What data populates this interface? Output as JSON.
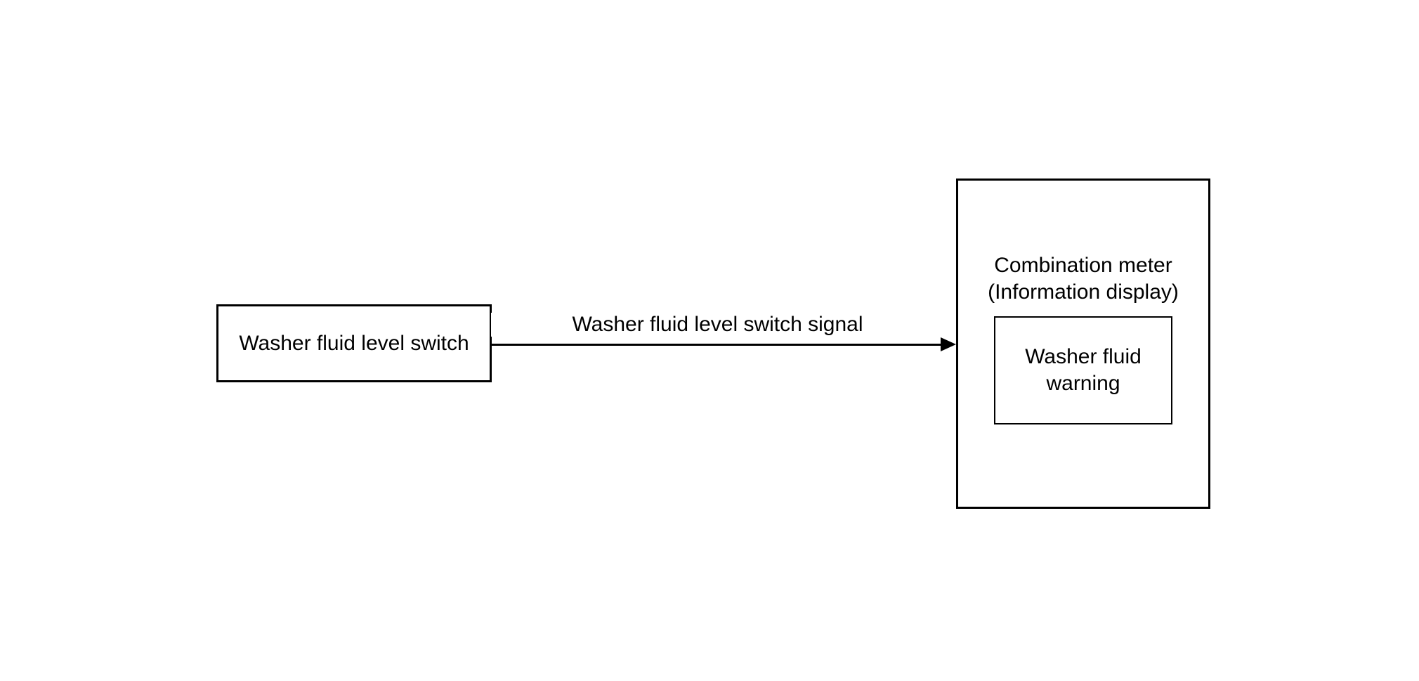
{
  "diagram": {
    "source_box": {
      "label": "Washer fluid level switch"
    },
    "signal_arrow": {
      "label": "Washer fluid level switch signal"
    },
    "target_box": {
      "title_line1": "Combination meter",
      "title_line2": "(Information display)",
      "inner_box": {
        "label_line1": "Washer fluid",
        "label_line2": "warning"
      }
    },
    "colors": {
      "line": "#000000",
      "text": "#000000",
      "background": "#ffffff"
    }
  }
}
